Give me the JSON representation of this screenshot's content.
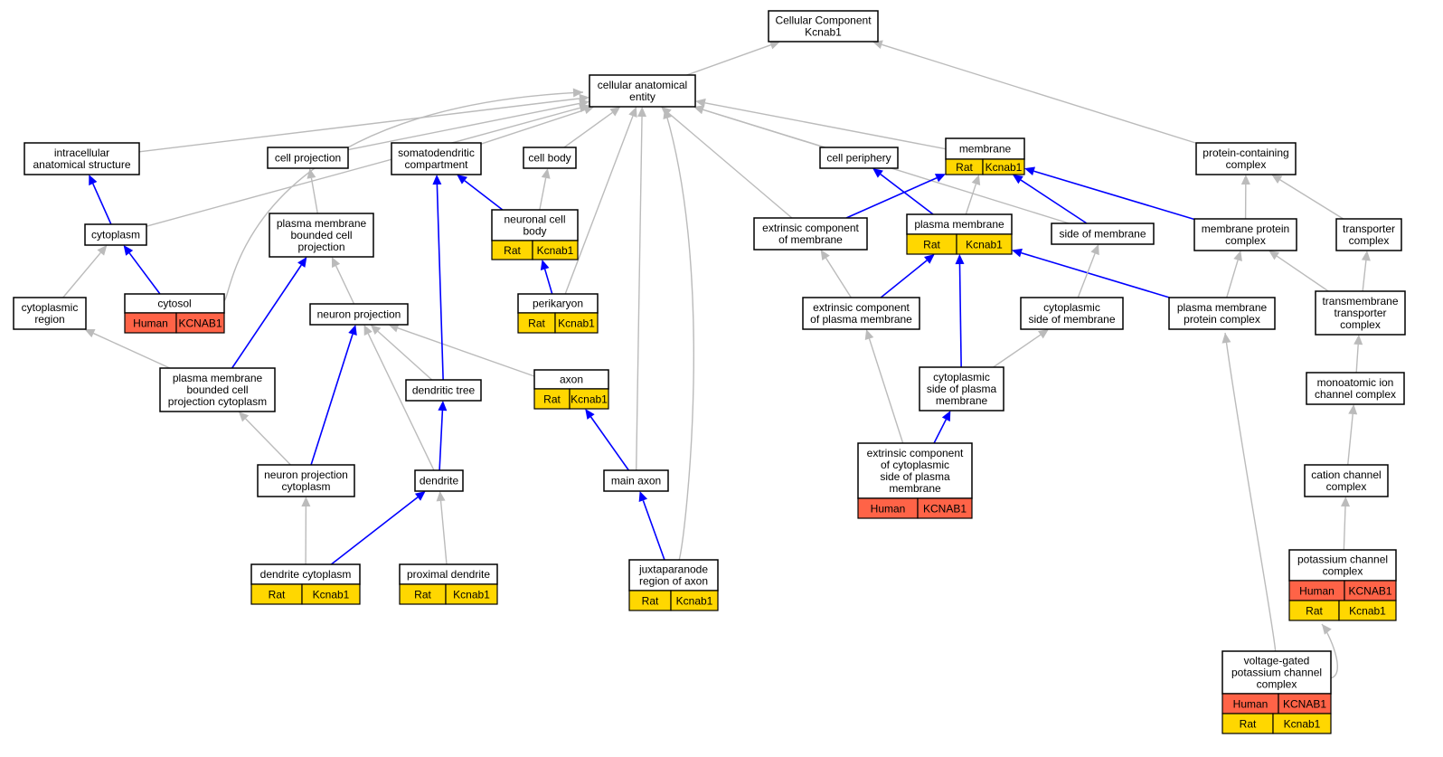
{
  "colors": {
    "gray_edge": "#bbbbbb",
    "blue_edge": "#0000ff",
    "rat": "#ffd700",
    "human": "#ff6347"
  },
  "nodes": [
    {
      "id": "root",
      "lines": [
        "Cellular Component",
        "Kcnab1"
      ],
      "ann": []
    },
    {
      "id": "cae",
      "lines": [
        "cellular anatomical",
        "entity"
      ],
      "ann": []
    },
    {
      "id": "ias",
      "lines": [
        "intracellular",
        "anatomical structure"
      ],
      "ann": []
    },
    {
      "id": "cellproj",
      "lines": [
        "cell projection"
      ],
      "ann": []
    },
    {
      "id": "somato",
      "lines": [
        "somatodendritic",
        "compartment"
      ],
      "ann": []
    },
    {
      "id": "cellbody",
      "lines": [
        "cell body"
      ],
      "ann": []
    },
    {
      "id": "cellperiph",
      "lines": [
        "cell periphery"
      ],
      "ann": []
    },
    {
      "id": "membrane",
      "lines": [
        "membrane"
      ],
      "ann": [
        [
          "Rat",
          "Kcnab1"
        ]
      ]
    },
    {
      "id": "pcc",
      "lines": [
        "protein-containing",
        "complex"
      ],
      "ann": []
    },
    {
      "id": "cytoplasm",
      "lines": [
        "cytoplasm"
      ],
      "ann": []
    },
    {
      "id": "pmbcp",
      "lines": [
        "plasma membrane",
        "bounded cell",
        "projection"
      ],
      "ann": []
    },
    {
      "id": "ncb",
      "lines": [
        "neuronal cell",
        "body"
      ],
      "ann": [
        [
          "Rat",
          "Kcnab1"
        ]
      ]
    },
    {
      "id": "ecm",
      "lines": [
        "extrinsic component",
        "of membrane"
      ],
      "ann": []
    },
    {
      "id": "pm",
      "lines": [
        "plasma membrane"
      ],
      "ann": [
        [
          "Rat",
          "Kcnab1"
        ]
      ]
    },
    {
      "id": "som",
      "lines": [
        "side of membrane"
      ],
      "ann": []
    },
    {
      "id": "mpc",
      "lines": [
        "membrane protein",
        "complex"
      ],
      "ann": []
    },
    {
      "id": "transporter",
      "lines": [
        "transporter",
        "complex"
      ],
      "ann": []
    },
    {
      "id": "cytosol",
      "lines": [
        "cytosol"
      ],
      "ann": [
        [
          "Human",
          "KCNAB1"
        ]
      ]
    },
    {
      "id": "cytregion",
      "lines": [
        "cytoplasmic",
        "region"
      ],
      "ann": []
    },
    {
      "id": "neuproj",
      "lines": [
        "neuron projection"
      ],
      "ann": []
    },
    {
      "id": "perikaryon",
      "lines": [
        "perikaryon"
      ],
      "ann": [
        [
          "Rat",
          "Kcnab1"
        ]
      ]
    },
    {
      "id": "ecpm",
      "lines": [
        "extrinsic component",
        "of plasma membrane"
      ],
      "ann": []
    },
    {
      "id": "csom",
      "lines": [
        "cytoplasmic",
        "side of membrane"
      ],
      "ann": []
    },
    {
      "id": "pmpc",
      "lines": [
        "plasma membrane",
        "protein complex"
      ],
      "ann": []
    },
    {
      "id": "ttc",
      "lines": [
        "transmembrane",
        "transporter",
        "complex"
      ],
      "ann": []
    },
    {
      "id": "pmbcpc",
      "lines": [
        "plasma membrane",
        "bounded cell",
        "projection cytoplasm"
      ],
      "ann": []
    },
    {
      "id": "dtree",
      "lines": [
        "dendritic tree"
      ],
      "ann": []
    },
    {
      "id": "axon",
      "lines": [
        "axon"
      ],
      "ann": [
        [
          "Rat",
          "Kcnab1"
        ]
      ]
    },
    {
      "id": "cspm",
      "lines": [
        "cytoplasmic",
        "side of plasma",
        "membrane"
      ],
      "ann": []
    },
    {
      "id": "micc",
      "lines": [
        "monoatomic ion",
        "channel complex"
      ],
      "ann": []
    },
    {
      "id": "npc",
      "lines": [
        "neuron projection",
        "cytoplasm"
      ],
      "ann": []
    },
    {
      "id": "dendrite",
      "lines": [
        "dendrite"
      ],
      "ann": []
    },
    {
      "id": "mainaxon",
      "lines": [
        "main axon"
      ],
      "ann": []
    },
    {
      "id": "eccspm",
      "lines": [
        "extrinsic component",
        "of cytoplasmic",
        "side of plasma",
        "membrane"
      ],
      "ann": [
        [
          "Human",
          "KCNAB1"
        ]
      ]
    },
    {
      "id": "ccc",
      "lines": [
        "cation channel",
        "complex"
      ],
      "ann": []
    },
    {
      "id": "dcyt",
      "lines": [
        "dendrite cytoplasm"
      ],
      "ann": [
        [
          "Rat",
          "Kcnab1"
        ]
      ]
    },
    {
      "id": "pdend",
      "lines": [
        "proximal dendrite"
      ],
      "ann": [
        [
          "Rat",
          "Kcnab1"
        ]
      ]
    },
    {
      "id": "jpa",
      "lines": [
        "juxtaparanode",
        "region of axon"
      ],
      "ann": [
        [
          "Rat",
          "Kcnab1"
        ]
      ]
    },
    {
      "id": "pcc2",
      "lines": [
        "potassium channel",
        "complex"
      ],
      "ann": [
        [
          "Human",
          "KCNAB1"
        ],
        [
          "Rat",
          "Kcnab1"
        ]
      ]
    },
    {
      "id": "vgpcc",
      "lines": [
        "voltage-gated",
        "potassium channel",
        "complex"
      ],
      "ann": [
        [
          "Human",
          "KCNAB1"
        ],
        [
          "Rat",
          "Kcnab1"
        ]
      ]
    }
  ],
  "edges": [
    {
      "from": "cae",
      "to": "root",
      "blue": false
    },
    {
      "from": "pcc",
      "to": "root",
      "blue": false
    },
    {
      "from": "ias",
      "to": "cae",
      "blue": false
    },
    {
      "from": "cytoplasm",
      "to": "cae",
      "blue": false
    },
    {
      "from": "cytosol",
      "to": "cae",
      "blue": false
    },
    {
      "from": "cellproj",
      "to": "cae",
      "blue": false
    },
    {
      "from": "somato",
      "to": "cae",
      "blue": false
    },
    {
      "from": "cellbody",
      "to": "cae",
      "blue": false
    },
    {
      "from": "perikaryon",
      "to": "cae",
      "blue": false
    },
    {
      "from": "mainaxon",
      "to": "cae",
      "blue": false
    },
    {
      "from": "jpa",
      "to": "cae",
      "blue": false
    },
    {
      "from": "cellperiph",
      "to": "cae",
      "blue": false
    },
    {
      "from": "ecm",
      "to": "cae",
      "blue": false
    },
    {
      "from": "membrane",
      "to": "cae",
      "blue": false
    },
    {
      "from": "som",
      "to": "cae",
      "blue": false
    },
    {
      "from": "cytoplasm",
      "to": "ias",
      "blue": true
    },
    {
      "from": "cytosol",
      "to": "cytoplasm",
      "blue": true
    },
    {
      "from": "cytregion",
      "to": "cytoplasm",
      "blue": false
    },
    {
      "from": "pmbcp",
      "to": "cellproj",
      "blue": false
    },
    {
      "from": "neuproj",
      "to": "pmbcp",
      "blue": false
    },
    {
      "from": "pmbcpc",
      "to": "pmbcp",
      "blue": true
    },
    {
      "from": "pmbcpc",
      "to": "cytregion",
      "blue": false
    },
    {
      "from": "npc",
      "to": "pmbcpc",
      "blue": false
    },
    {
      "from": "npc",
      "to": "neuproj",
      "blue": true
    },
    {
      "from": "dendrite",
      "to": "neuproj",
      "blue": false
    },
    {
      "from": "dtree",
      "to": "neuproj",
      "blue": false
    },
    {
      "from": "axon",
      "to": "neuproj",
      "blue": false
    },
    {
      "from": "dtree",
      "to": "somato",
      "blue": true
    },
    {
      "from": "ncb",
      "to": "somato",
      "blue": true
    },
    {
      "from": "ncb",
      "to": "cellbody",
      "blue": false
    },
    {
      "from": "perikaryon",
      "to": "ncb",
      "blue": true
    },
    {
      "from": "dendrite",
      "to": "dtree",
      "blue": true
    },
    {
      "from": "dcyt",
      "to": "npc",
      "blue": false
    },
    {
      "from": "dcyt",
      "to": "dendrite",
      "blue": true
    },
    {
      "from": "pdend",
      "to": "dendrite",
      "blue": false
    },
    {
      "from": "mainaxon",
      "to": "axon",
      "blue": true
    },
    {
      "from": "jpa",
      "to": "mainaxon",
      "blue": true
    },
    {
      "from": "pm",
      "to": "cellperiph",
      "blue": true
    },
    {
      "from": "pm",
      "to": "membrane",
      "blue": false
    },
    {
      "from": "ecm",
      "to": "membrane",
      "blue": true
    },
    {
      "from": "som",
      "to": "membrane",
      "blue": true
    },
    {
      "from": "mpc",
      "to": "membrane",
      "blue": true
    },
    {
      "from": "ecpm",
      "to": "ecm",
      "blue": false
    },
    {
      "from": "ecpm",
      "to": "pm",
      "blue": true
    },
    {
      "from": "cspm",
      "to": "pm",
      "blue": true
    },
    {
      "from": "pmpc",
      "to": "pm",
      "blue": true
    },
    {
      "from": "csom",
      "to": "som",
      "blue": false
    },
    {
      "from": "cspm",
      "to": "csom",
      "blue": false
    },
    {
      "from": "eccspm",
      "to": "cspm",
      "blue": true
    },
    {
      "from": "eccspm",
      "to": "ecpm",
      "blue": false
    },
    {
      "from": "mpc",
      "to": "pcc",
      "blue": false
    },
    {
      "from": "transporter",
      "to": "pcc",
      "blue": false
    },
    {
      "from": "pmpc",
      "to": "mpc",
      "blue": false
    },
    {
      "from": "ttc",
      "to": "mpc",
      "blue": false
    },
    {
      "from": "ttc",
      "to": "transporter",
      "blue": false
    },
    {
      "from": "micc",
      "to": "ttc",
      "blue": false
    },
    {
      "from": "ccc",
      "to": "micc",
      "blue": false
    },
    {
      "from": "pcc2",
      "to": "ccc",
      "blue": false
    },
    {
      "from": "vgpcc",
      "to": "pcc2",
      "blue": false
    },
    {
      "from": "vgpcc",
      "to": "pmpc",
      "blue": false
    }
  ]
}
